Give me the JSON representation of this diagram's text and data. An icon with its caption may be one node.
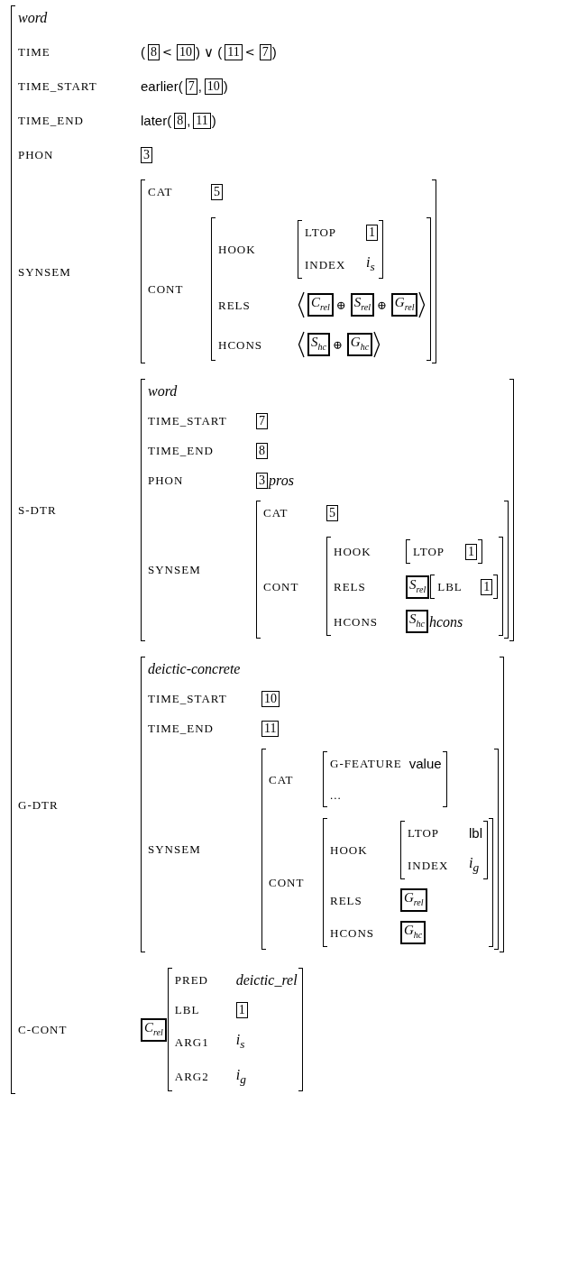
{
  "diagram": {
    "nodes": [
      {
        "text": [
          "word",
          "TIME",
          "(",
          "<",
          ") ∨ (",
          "<",
          ")",
          "TIME_START",
          "earlier(",
          ",",
          ")",
          "TIME_END",
          "later(",
          ",",
          ")",
          "PHON",
          "SYNSEM",
          "S-DTR",
          "G-DTR",
          "C-CONT"
        ]
      },
      {
        "text": [
          "8"
        ],
        "in": 0
      },
      {
        "text": [
          "10"
        ],
        "in": 0
      },
      {
        "text": [
          "11"
        ],
        "in": 0
      },
      {
        "text": [
          "7"
        ],
        "in": 0
      },
      {
        "text": [
          "7"
        ],
        "in": 0
      },
      {
        "text": [
          "10"
        ],
        "in": 0
      },
      {
        "text": [
          "8"
        ],
        "in": 0
      },
      {
        "text": [
          "11"
        ],
        "in": 0
      },
      {
        "text": [
          "3"
        ],
        "in": 0
      },
      {
        "text": [
          "CAT",
          "CONT"
        ],
        "in": 0
      },
      {
        "text": [
          "5"
        ],
        "in": 10
      },
      {
        "text": [
          "HOOK",
          "RELS",
          "⊕",
          "⊕",
          "HCONS",
          "⊕"
        ],
        "in": 10
      },
      {
        "text": [
          "LTOP",
          "INDEX",
          "i$_{s}$"
        ],
        "in": 12
      },
      {
        "text": [
          "1"
        ],
        "in": 13
      },
      {
        "text": [
          "C$_{rel}$"
        ],
        "in": 12
      },
      {
        "text": [
          "S$_{rel}$"
        ],
        "in": 12
      },
      {
        "text": [
          "G$_{rel}$"
        ],
        "in": 12
      },
      {
        "text": [
          "S$_{hc}$"
        ],
        "in": 12
      },
      {
        "text": [
          "G$_{hc}$"
        ],
        "in": 12
      },
      {
        "text": [
          "word",
          "TIME_START",
          "TIME_END",
          "PHON",
          "pros",
          "SYNSEM"
        ],
        "in": 0
      },
      {
        "text": [
          "7"
        ],
        "in": 20
      },
      {
        "text": [
          "8"
        ],
        "in": 20
      },
      {
        "text": [
          "3"
        ],
        "in": 20
      },
      {
        "text": [
          "CAT",
          "CONT"
        ],
        "in": 20
      },
      {
        "text": [
          "5"
        ],
        "in": 24
      },
      {
        "text": [
          "HOOK",
          "RELS",
          "HCONS",
          "hcons"
        ],
        "in": 24
      },
      {
        "text": [
          "LTOP"
        ],
        "in": 26
      },
      {
        "text": [
          "1"
        ],
        "in": 27
      },
      {
        "text": [
          "S$_{rel}$"
        ],
        "in": 26
      },
      {
        "text": [
          "LBL"
        ],
        "in": 26
      },
      {
        "text": [
          "1"
        ],
        "in": 30
      },
      {
        "text": [
          "S$_{hc}$"
        ],
        "in": 26
      },
      {
        "text": [
          "deictic-concrete",
          "TIME_START",
          "TIME_END",
          "SYNSEM"
        ],
        "in": 0
      },
      {
        "text": [
          "10"
        ],
        "in": 33
      },
      {
        "text": [
          "11"
        ],
        "in": 33
      },
      {
        "text": [
          "CAT",
          "CONT"
        ],
        "in": 33
      },
      {
        "text": [
          "G-FEATURE",
          "value",
          "..."
        ],
        "in": 36
      },
      {
        "text": [
          "HOOK",
          "RELS",
          "HCONS"
        ],
        "in": 36
      },
      {
        "text": [
          "LTOP",
          "lbl",
          "INDEX",
          "i$_{g}$"
        ],
        "in": 38
      },
      {
        "text": [
          "G$_{rel}$"
        ],
        "in": 38
      },
      {
        "text": [
          "G$_{hc}$"
        ],
        "in": 38
      },
      {
        "text": [
          "C$_{rel}$"
        ],
        "in": 0
      },
      {
        "text": [
          "PRED",
          "deictic_rel",
          "LBL",
          "ARG1",
          "i$_{s}$",
          "ARG2",
          "i$_{g}$"
        ],
        "in": 0
      },
      {
        "text": [
          "1"
        ],
        "in": 43
      }
    ]
  }
}
